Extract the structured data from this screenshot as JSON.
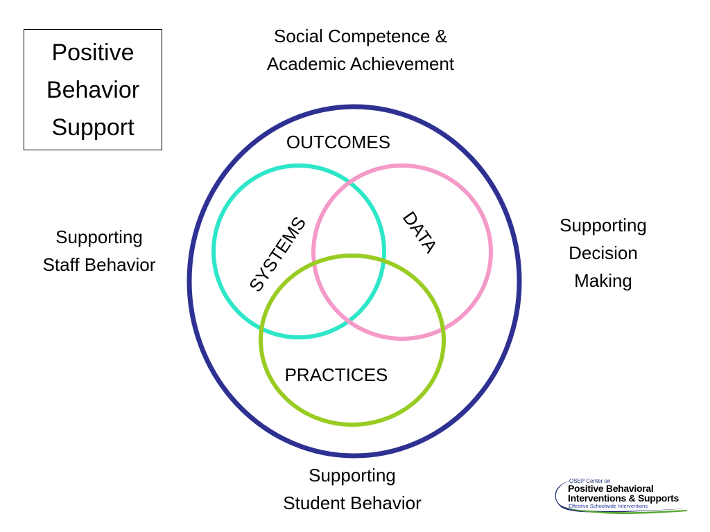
{
  "title": "Positive\nBehavior\nSupport",
  "labels": {
    "top": "Social Competence &\nAcademic Achievement",
    "left": "Supporting\nStaff Behavior",
    "right": "Supporting\nDecision\nMaking",
    "bottom": "Supporting\nStudent Behavior"
  },
  "circles": {
    "outcomes": "OUTCOMES",
    "systems": "SYSTEMS",
    "data": "DATA",
    "practices": "PRACTICES"
  },
  "colors": {
    "outcomes": "#2e3192",
    "systems": "#2ee6c8",
    "data": "#f49ac8",
    "practices": "#99cc22"
  },
  "logo": {
    "line1": "OSEP Center on",
    "line2": "Positive Behavioral",
    "line3": "Interventions & Supports",
    "line4": "Effective Schoolwide Interventions"
  }
}
